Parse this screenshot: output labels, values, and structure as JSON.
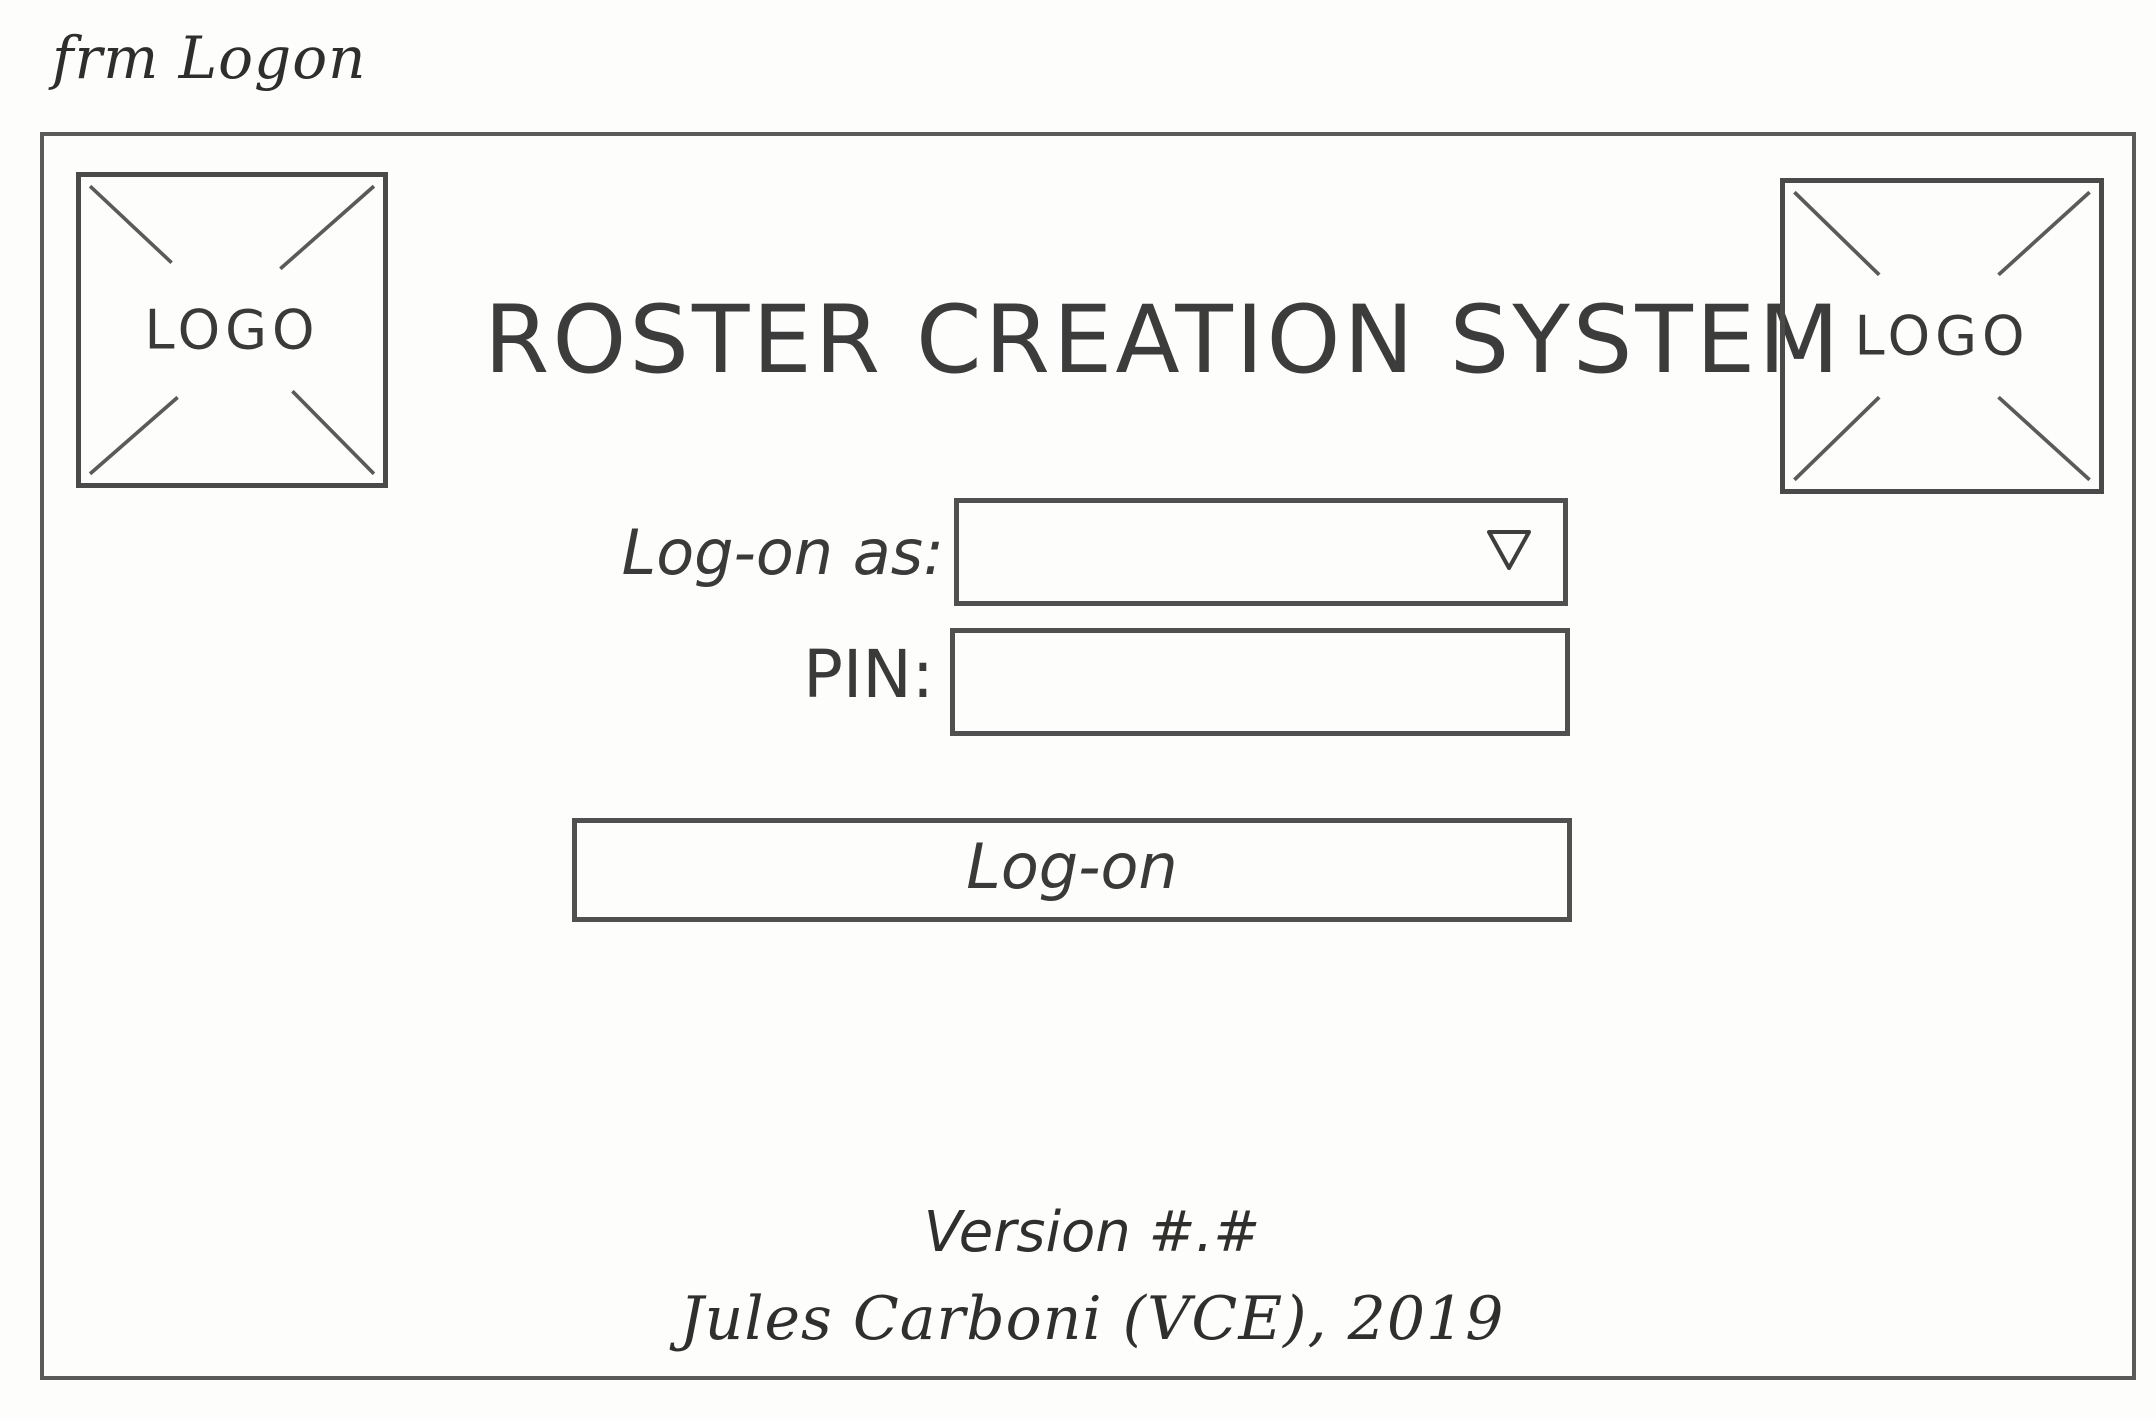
{
  "form_name": "frm Logon",
  "header": {
    "left_logo_label": "LOGO",
    "right_logo_label": "LOGO",
    "title": "ROSTER CREATION SYSTEM"
  },
  "form": {
    "logon_as_label": "Log-on as:",
    "logon_as_value": "",
    "pin_label": "PIN:",
    "pin_value": "",
    "submit_label": "Log-on"
  },
  "footer": {
    "version": "Version #.#",
    "credit": "Jules Carboni (VCE), 2019"
  },
  "icons": {
    "dropdown": "triangle-down-icon",
    "logo_placeholder": "image-placeholder-icon"
  },
  "colors": {
    "stroke": "#4a4a4a",
    "paper": "#fdfdfb"
  }
}
